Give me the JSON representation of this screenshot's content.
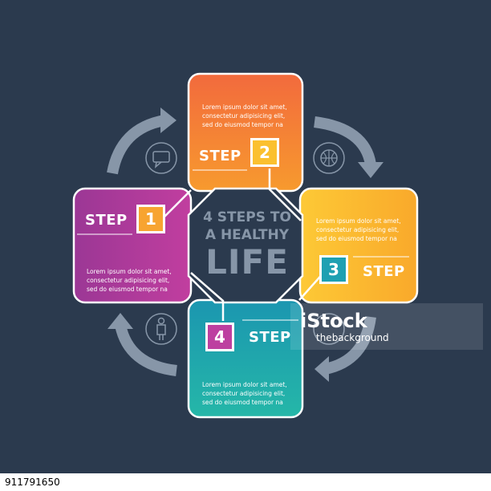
{
  "center": {
    "line1": "4 STEPS TO",
    "line2": "A HEALTHY",
    "line3": "LIFE"
  },
  "steps": [
    {
      "word": "STEP",
      "number": "1",
      "color": "#b63a9b",
      "lorem": [
        "Lorem ipsum dolor sit amet,",
        "consectetur adipisicing elit,",
        "sed do eiusmod tempor na"
      ]
    },
    {
      "word": "STEP",
      "number": "2",
      "color": "#f47a3c",
      "lorem": [
        "Lorem ipsum dolor sit amet,",
        "consectetur adipisicing elit,",
        "sed do eiusmod tempor na"
      ]
    },
    {
      "word": "STEP",
      "number": "3",
      "color": "#fbb531",
      "lorem": [
        "Lorem ipsum dolor sit amet,",
        "consectetur adipisicing elit,",
        "sed do eiusmod tempor na"
      ]
    },
    {
      "word": "STEP",
      "number": "4",
      "color": "#21a8ad",
      "lorem": [
        "Lorem ipsum dolor sit amet,",
        "consectetur adipisicing elit,",
        "sed do eiusmod tempor na"
      ]
    }
  ],
  "icons": [
    "chat-icon",
    "basketball-icon",
    "person-icon",
    "globe-icon"
  ],
  "watermark": {
    "brand": "iStock",
    "credit": "thebackground"
  },
  "stock_id": "911791650",
  "colors": {
    "background": "#2b3a4e",
    "arrow": "#8796a8",
    "center_text": "#8796a8"
  }
}
